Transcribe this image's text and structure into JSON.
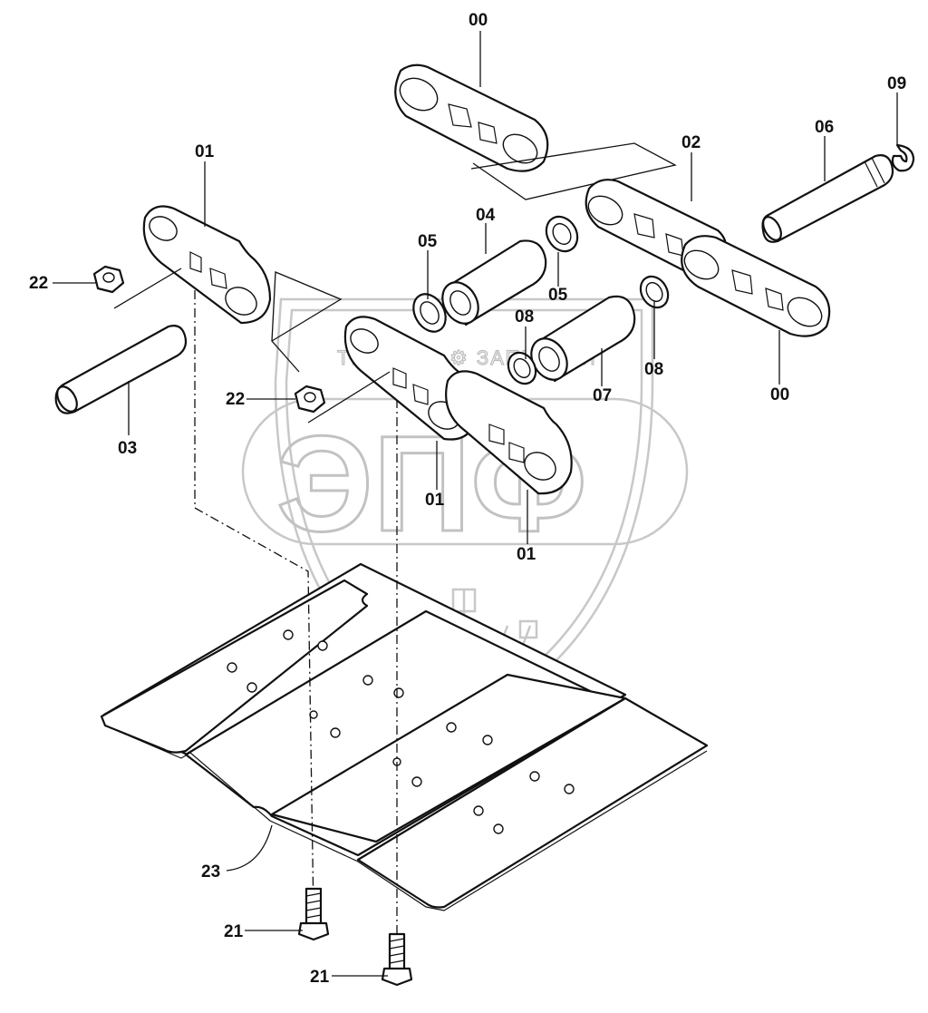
{
  "watermark": {
    "top_text": "ТЕХНИКА ⚙ ЗАПЧАСТИ",
    "main_text": "ЭПФ"
  },
  "callouts": [
    {
      "id": "label-00-top",
      "text": "00"
    },
    {
      "id": "label-01-left",
      "text": "01"
    },
    {
      "id": "label-02",
      "text": "02"
    },
    {
      "id": "label-06",
      "text": "06"
    },
    {
      "id": "label-09",
      "text": "09"
    },
    {
      "id": "label-04",
      "text": "04"
    },
    {
      "id": "label-05-left",
      "text": "05"
    },
    {
      "id": "label-05-right",
      "text": "05"
    },
    {
      "id": "label-22-top",
      "text": "22"
    },
    {
      "id": "label-08-left",
      "text": "08"
    },
    {
      "id": "label-08-right",
      "text": "08"
    },
    {
      "id": "label-00-right",
      "text": "00"
    },
    {
      "id": "label-07",
      "text": "07"
    },
    {
      "id": "label-22-mid",
      "text": "22"
    },
    {
      "id": "label-03",
      "text": "03"
    },
    {
      "id": "label-01-mid",
      "text": "01"
    },
    {
      "id": "label-01-bottom",
      "text": "01"
    },
    {
      "id": "label-23",
      "text": "23"
    },
    {
      "id": "label-21-left",
      "text": "21"
    },
    {
      "id": "label-21-bottom",
      "text": "21"
    }
  ]
}
